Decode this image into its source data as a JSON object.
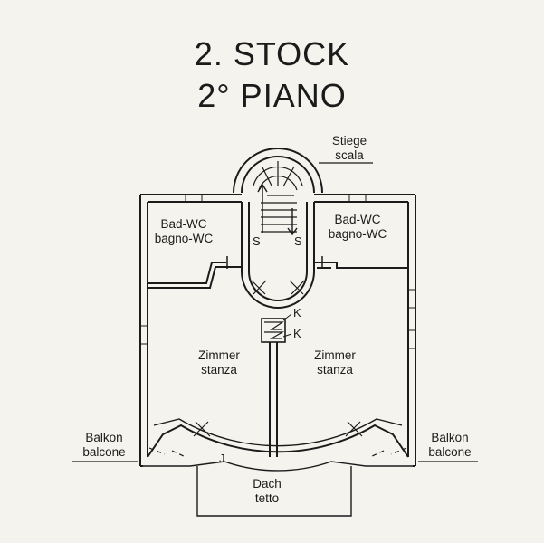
{
  "title": {
    "line1": "2. STOCK",
    "line2": "2° PIANO"
  },
  "labels": {
    "stairs": {
      "de": "Stiege",
      "it": "scala"
    },
    "bath_left": {
      "de": "Bad-WC",
      "it": "bagno-WC"
    },
    "bath_right": {
      "de": "Bad-WC",
      "it": "bagno-WC"
    },
    "room_left": {
      "de": "Zimmer",
      "it": "stanza"
    },
    "room_right": {
      "de": "Zimmer",
      "it": "stanza"
    },
    "balcony_left": {
      "de": "Balkon",
      "it": "balcone"
    },
    "balcony_right": {
      "de": "Balkon",
      "it": "balcone"
    },
    "roof": {
      "de": "Dach",
      "it": "tetto"
    }
  },
  "marks": {
    "k_top": "K",
    "k_bottom": "K",
    "s_left": "S",
    "s_right": "S",
    "j_bottom": "J"
  }
}
